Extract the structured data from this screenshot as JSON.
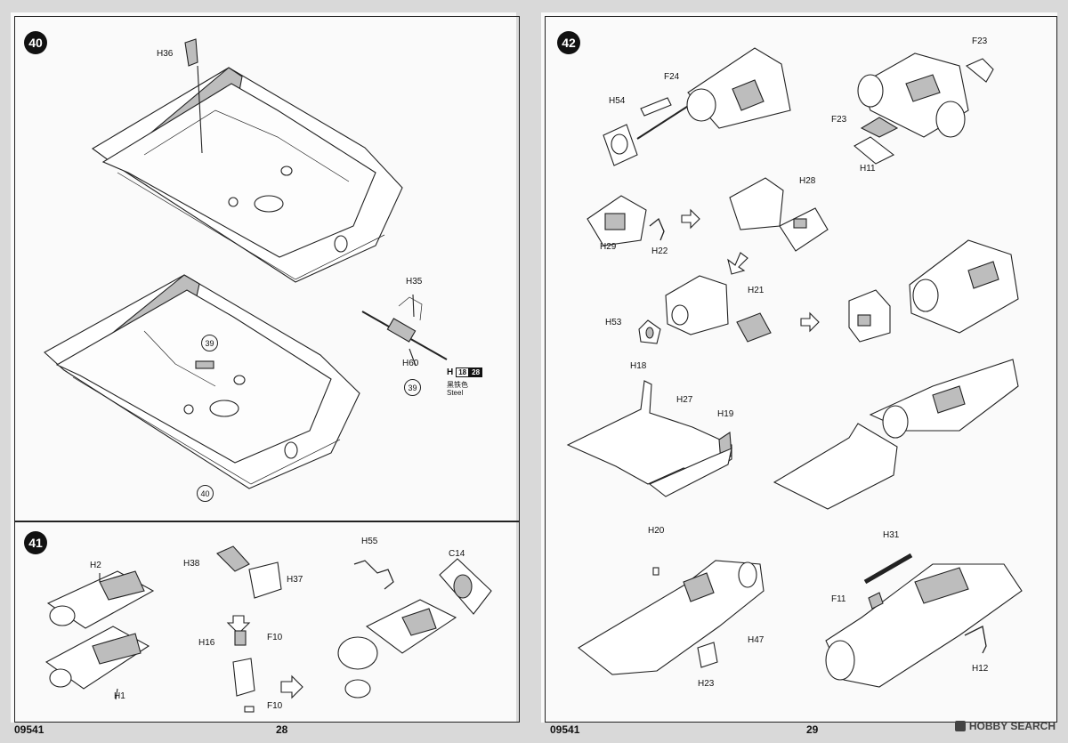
{
  "left_page": {
    "step40": {
      "badge": "40",
      "labels": {
        "h36": "H36",
        "h35": "H35",
        "h60": "H60"
      },
      "refs": [
        "39",
        "39",
        "40"
      ],
      "paint": {
        "prefix": "H",
        "code1": "18",
        "code2": "28",
        "cn": "黑铁色",
        "en": "Steel"
      }
    },
    "step41": {
      "badge": "41",
      "labels": {
        "h2": "H2",
        "h1": "H1",
        "h38": "H38",
        "h37": "H37",
        "h16": "H16",
        "f10a": "F10",
        "f10b": "F10",
        "h55": "H55",
        "c14": "C14"
      }
    },
    "footer": {
      "code": "09541",
      "page": "28"
    }
  },
  "right_page": {
    "step42": {
      "badge": "42",
      "labels": {
        "h54": "H54",
        "f24": "F24",
        "f23a": "F23",
        "f23b": "F23",
        "h11": "H11",
        "h29": "H29",
        "h22": "H22",
        "h28": "H28",
        "h21": "H21",
        "h53": "H53",
        "h18": "H18",
        "h27": "H27",
        "h19": "H19",
        "h20": "H20",
        "h47": "H47",
        "h23": "H23",
        "h31": "H31",
        "f11": "F11",
        "h12": "H12"
      }
    },
    "footer": {
      "code": "09541",
      "page": "29"
    }
  },
  "watermark": {
    "text": "HOBBY SEARCH"
  },
  "colors": {
    "paper": "#fafafa",
    "background": "#d9d9d9",
    "ink": "#222222",
    "arrow": "#a6a6a6"
  }
}
